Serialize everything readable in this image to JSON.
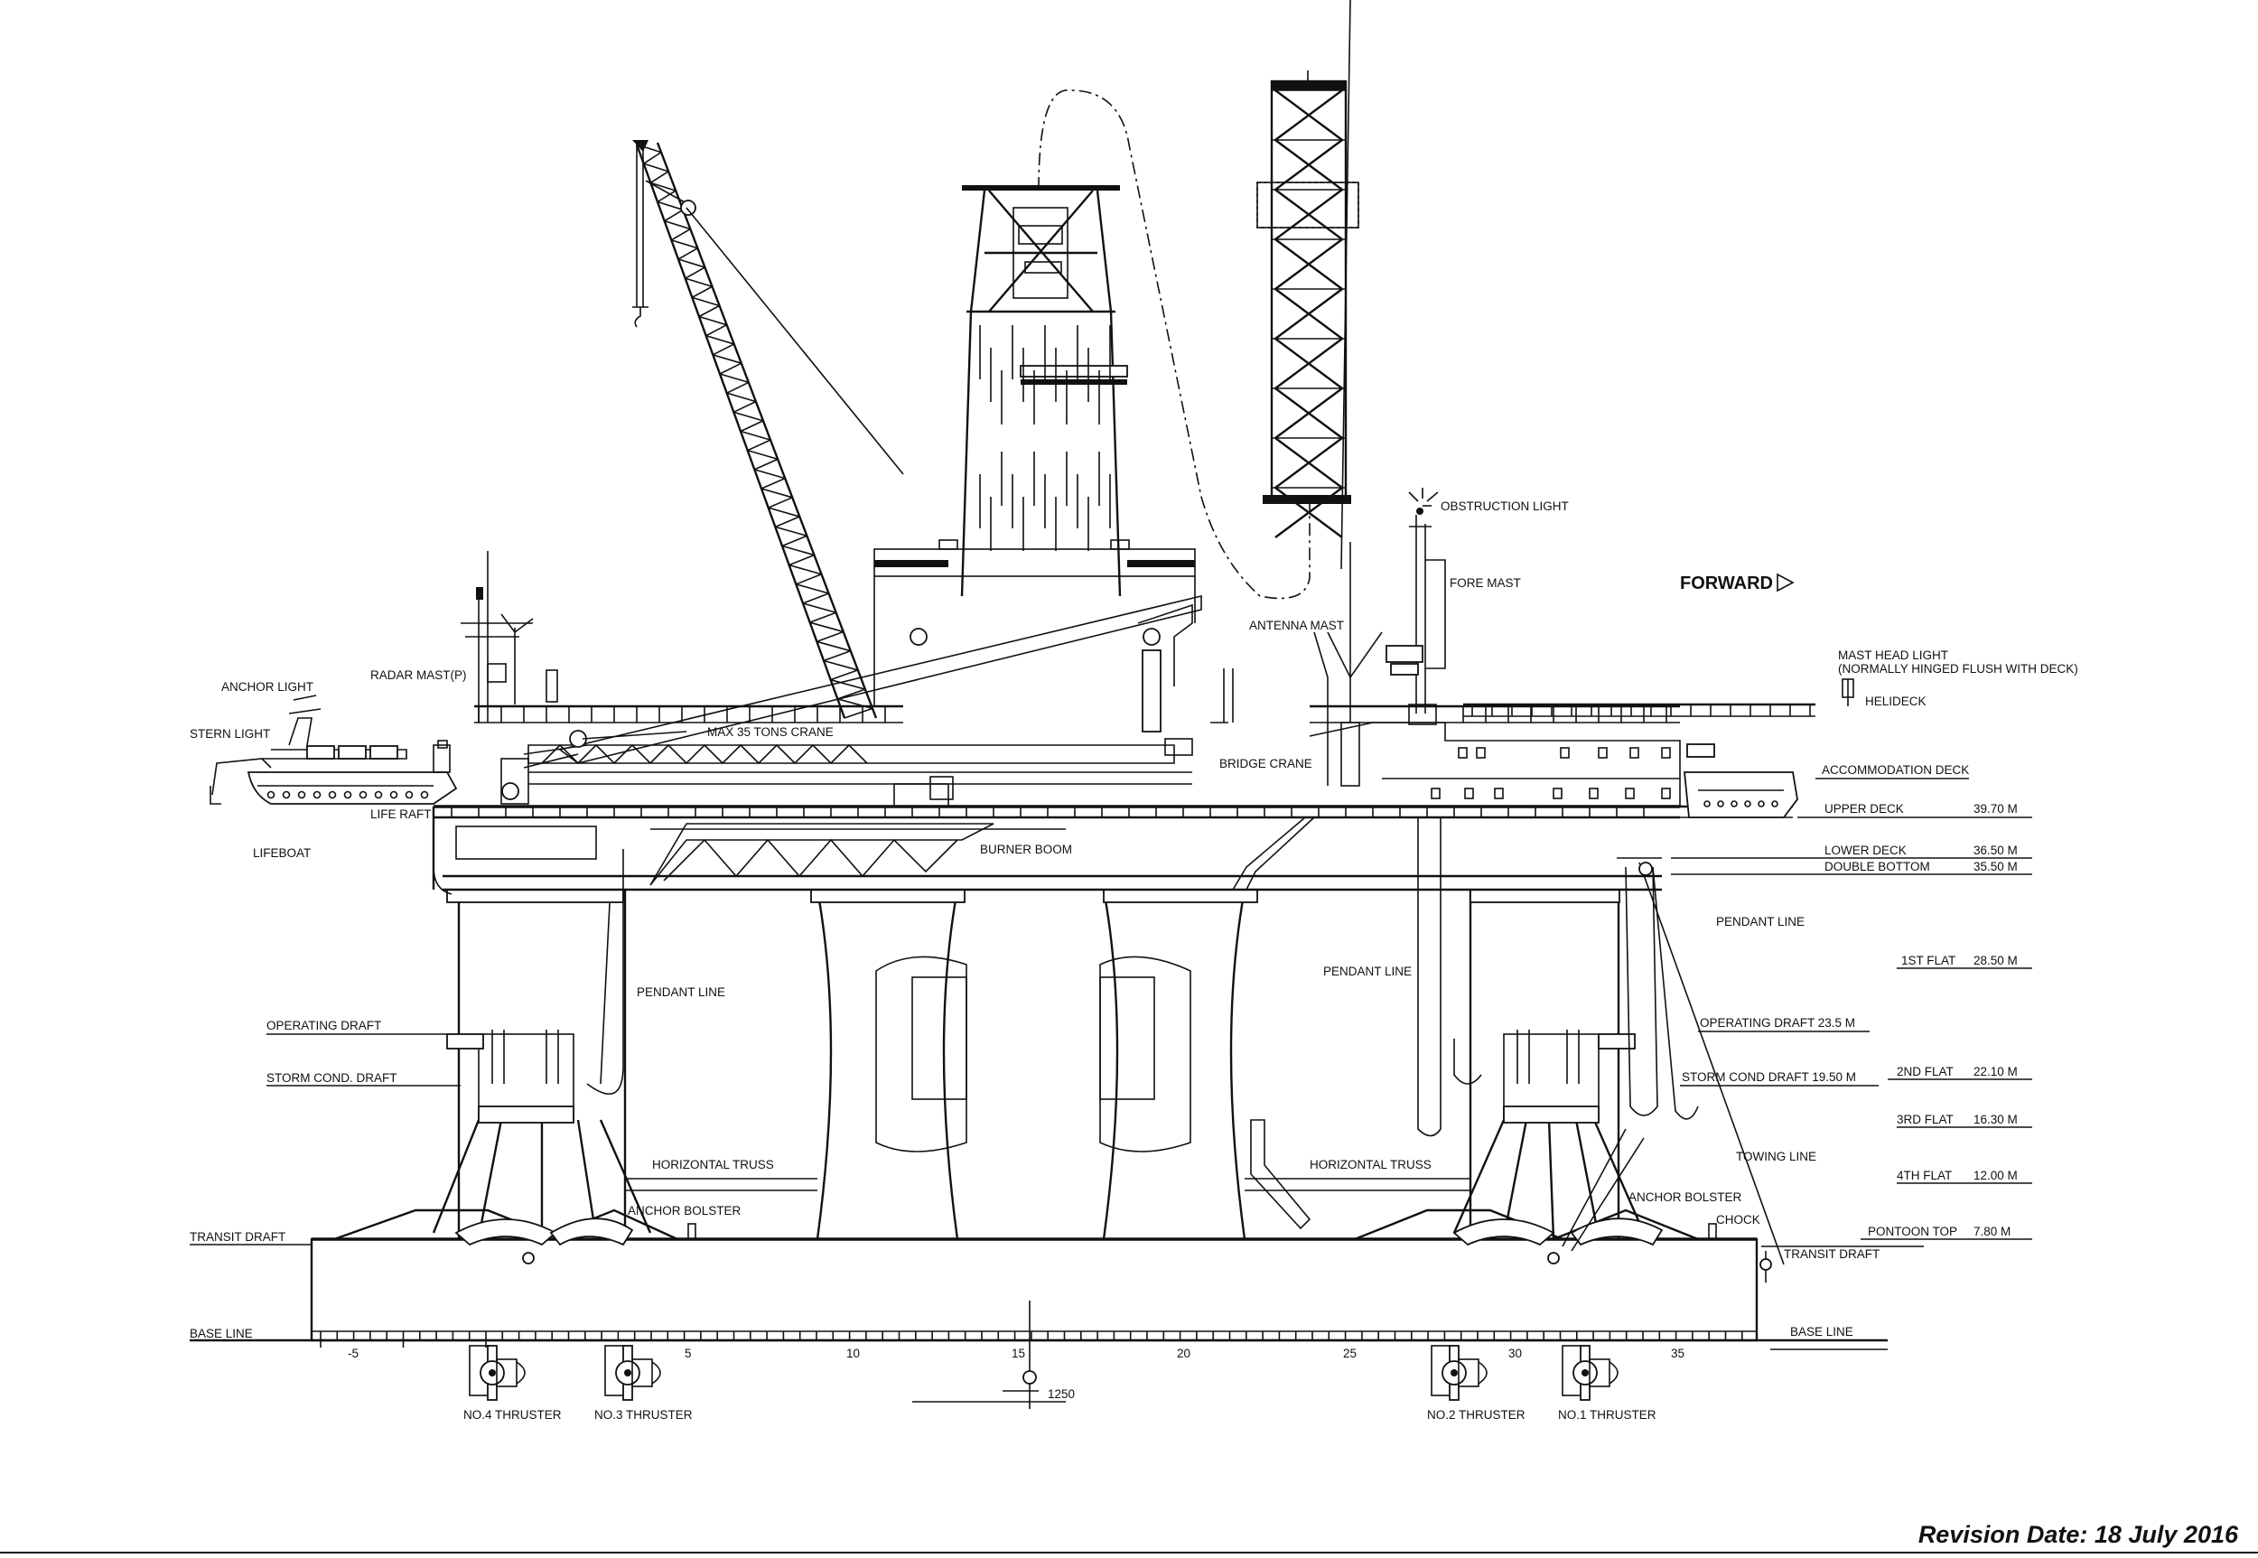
{
  "labels": {
    "obstruction_light": "OBSTRUCTION LIGHT",
    "fore_mast": "FORE MAST",
    "forward": "FORWARD",
    "antenna_mast": "ANTENNA MAST",
    "mast_head_light_1": "MAST HEAD LIGHT",
    "mast_head_light_2": "(NORMALLY HINGED FLUSH WITH DECK)",
    "helideck": "HELIDECK",
    "anchor_light": "ANCHOR LIGHT",
    "radar_mast": "RADAR MAST(P)",
    "stern_light": "STERN LIGHT",
    "max_crane": "MAX 35 TONS CRANE",
    "bridge_crane": "BRIDGE CRANE",
    "accommodation_deck": "ACCOMMODATION DECK",
    "life_raft": "LIFE RAFT",
    "lifeboat": "LIFEBOAT",
    "burner_boom": "BURNER BOOM",
    "pendant_line_left": "PENDANT LINE",
    "pendant_line_mid": "PENDANT LINE",
    "pendant_line_right": "PENDANT LINE",
    "operating_draft": "OPERATING DRAFT",
    "storm_cond_draft": "STORM COND. DRAFT",
    "operating_draft_right": "OPERATING DRAFT 23.5 M",
    "storm_cond_draft_right": "STORM COND DRAFT 19.50 M",
    "horizontal_truss_left": "HORIZONTAL TRUSS",
    "horizontal_truss_right": "HORIZONTAL TRUSS",
    "anchor_bolster_left": "ANCHOR BOLSTER",
    "anchor_bolster_right": "ANCHOR BOLSTER",
    "chock": "CHOCK",
    "towing_line": "TOWING LINE",
    "transit_draft_left": "TRANSIT DRAFT",
    "transit_draft_right": "TRANSIT DRAFT",
    "base_line_left": "BASE LINE",
    "base_line_right": "BASE LINE",
    "thruster_4": "NO.4 THRUSTER",
    "thruster_3": "NO.3 THRUSTER",
    "thruster_2": "NO.2 THRUSTER",
    "thruster_1": "NO.1 THRUSTER",
    "spacing": "1250"
  },
  "levels": [
    {
      "name": "UPPER DECK",
      "value": "39.70 M"
    },
    {
      "name": "LOWER DECK",
      "value": "36.50 M"
    },
    {
      "name": "DOUBLE BOTTOM",
      "value": "35.50 M"
    },
    {
      "name": "1ST FLAT",
      "value": "28.50 M"
    },
    {
      "name": "2ND FLAT",
      "value": "22.10 M"
    },
    {
      "name": "3RD FLAT",
      "value": "16.30 M"
    },
    {
      "name": "4TH FLAT",
      "value": "12.00 M"
    },
    {
      "name": "PONTOON TOP",
      "value": "7.80 M"
    }
  ],
  "frame_scale": [
    "-5",
    "5",
    "10",
    "15",
    "20",
    "25",
    "30",
    "35"
  ],
  "revision": "Revision Date: 18 July 2016"
}
